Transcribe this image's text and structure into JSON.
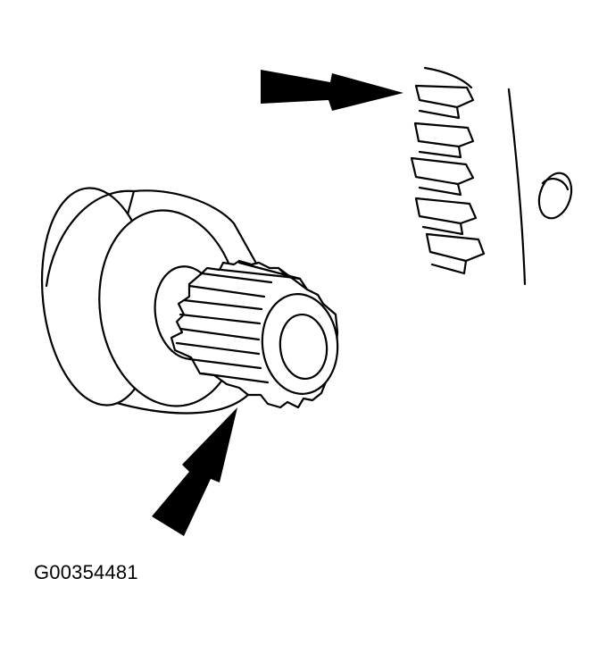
{
  "figure": {
    "caption": "G00354481",
    "parts": [
      "starter-drive-pinion-gear",
      "flywheel-ring-gear"
    ],
    "pointer_arrows": [
      "flywheel-ring-gear-arrow",
      "pinion-gear-arrow"
    ],
    "colors": {
      "ink": "#000000",
      "paper": "#ffffff"
    }
  }
}
